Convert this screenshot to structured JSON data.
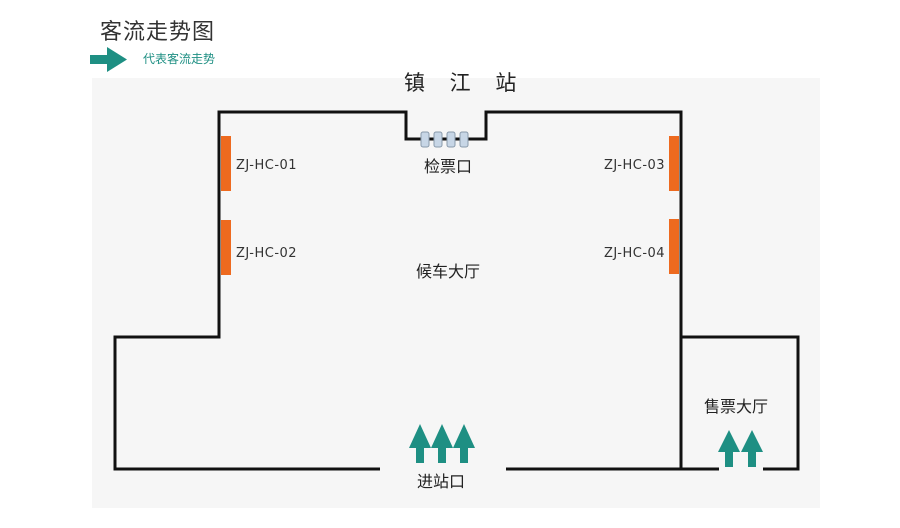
{
  "diagram": {
    "title": "客流走势图",
    "legend": {
      "label": "代表客流走势",
      "icon": "right-arrow-icon",
      "color": "#1e8f83"
    },
    "station_name": "镇 江 站",
    "areas": {
      "ticket_gate": "检票口",
      "waiting_hall": "候车大厅",
      "ticket_hall": "售票大厅",
      "entrance": "进站口"
    },
    "devices": [
      {
        "id": "ZJ-HC-01"
      },
      {
        "id": "ZJ-HC-02"
      },
      {
        "id": "ZJ-HC-03"
      },
      {
        "id": "ZJ-HC-04"
      }
    ],
    "colors": {
      "device": "#ee6a1f",
      "flow": "#1e8f83",
      "wall": "#111111",
      "gate_slot": "#c7d6e6"
    }
  }
}
